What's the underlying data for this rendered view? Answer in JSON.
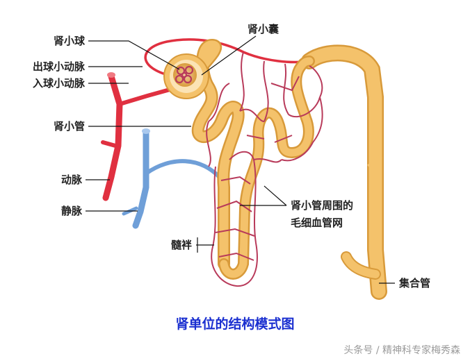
{
  "labels": {
    "renal_corpuscle": "肾小球",
    "efferent_arteriole": "出球小动脉",
    "afferent_arteriole": "入球小动脉",
    "renal_tubule": "肾小管",
    "artery": "动脉",
    "vein": "静脉",
    "loop": "髓袢",
    "capsule": "肾小囊",
    "peritubular_line1": "肾小管周围的",
    "peritubular_line2": "毛细血管网",
    "collecting_duct": "集合管"
  },
  "caption": "肾单位的结构模式图",
  "watermark": "头条号 / 精神科专家梅秀森",
  "colors": {
    "artery": "#e03040",
    "vein": "#6f9fd8",
    "tubule": "#f4c26b",
    "tubule_edge": "#d89a3a",
    "capillary": "#b83a5a",
    "caption": "#1a2fd0"
  }
}
